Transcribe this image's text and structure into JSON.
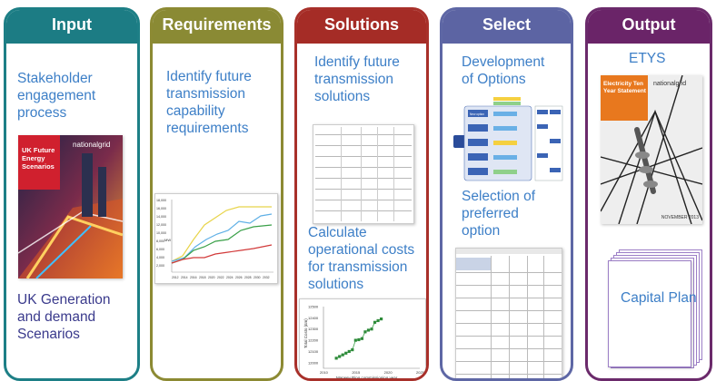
{
  "columns": [
    {
      "id": "input",
      "header": "Input",
      "border": "#1d7f86",
      "headerBg": "#1c7c84",
      "text1": [
        "Stakeholder",
        "engagement",
        "process"
      ],
      "cover": {
        "brand": "nationalgrid",
        "title": [
          "UK Future",
          "Energy",
          "Scenarios"
        ]
      },
      "text2": [
        "UK Generation",
        "and demand",
        "Scenarios"
      ]
    },
    {
      "id": "requirements",
      "header": "Requirements",
      "border": "#8c8a33",
      "headerBg": "#8a8a34",
      "text1": [
        "Identify future",
        "transmission",
        "capability",
        "requirements"
      ],
      "chart": {
        "yticks": [
          "18,000",
          "16,000",
          "14,000",
          "12,000",
          "10,000",
          "8,000",
          "6,000",
          "4,000",
          "2,000"
        ],
        "xticks": [
          "2012",
          "2014",
          "2016",
          "2018",
          "2020",
          "2022",
          "2024",
          "2026",
          "2028",
          "2030",
          "2032"
        ],
        "ylabel": "MW"
      }
    },
    {
      "id": "solutions",
      "header": "Solutions",
      "border": "#a8302a",
      "headerBg": "#a52c26",
      "text1": [
        "Identify future",
        "transmission",
        "solutions"
      ],
      "text2": [
        "Calculate",
        "operational costs",
        "for transmission",
        "solutions"
      ],
      "chart": {
        "type": "scatter",
        "title": "",
        "xlabel": "Marwey Ring commissioning year",
        "ylabel": "Total Costs (£m)",
        "xticks": [
          "2010",
          "2015",
          "2020",
          "2025"
        ],
        "yticks": [
          "12500",
          "12400",
          "12300",
          "12200",
          "12100",
          "12000"
        ],
        "xlim": [
          2010,
          2025
        ],
        "ylim": [
          11950,
          12500
        ],
        "x": [
          2012,
          2012.5,
          2013,
          2013.5,
          2014,
          2014.5,
          2015,
          2015.5,
          2016,
          2016.5,
          2017,
          2017.5,
          2018,
          2018.5,
          2019
        ],
        "y": [
          12040,
          12055,
          12070,
          12085,
          12100,
          12115,
          12200,
          12205,
          12215,
          12275,
          12290,
          12300,
          12360,
          12375,
          12390
        ]
      }
    },
    {
      "id": "select",
      "header": "Select",
      "border": "#5e67a5",
      "headerBg": "#5c64a3",
      "text1": [
        "Development",
        "of Options"
      ],
      "text2": [
        "Selection of",
        "preferred",
        "option"
      ],
      "flow": {
        "box": "New option"
      }
    },
    {
      "id": "output",
      "header": "Output",
      "border": "#6b2a6b",
      "headerBg": "#6a2468",
      "text1": [
        "ETYS"
      ],
      "cover": {
        "brand": "nationalgrid",
        "title": [
          "Electricity Ten",
          "Year Statement"
        ],
        "date": "NOVEMBER 2013"
      },
      "text2": [
        "Capital Plan"
      ]
    }
  ]
}
